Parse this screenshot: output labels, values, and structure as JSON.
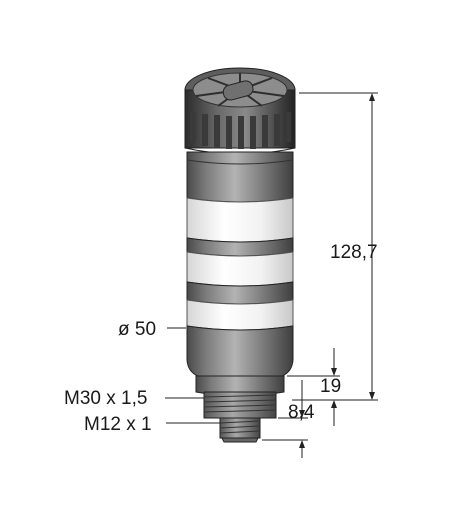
{
  "dimensions": {
    "total_height": "128,7",
    "diameter": "ø 50",
    "base_height": "19",
    "connector_height": "8,4",
    "thread_main": "M30 x 1,5",
    "thread_connector": "M12 x 1"
  }
}
